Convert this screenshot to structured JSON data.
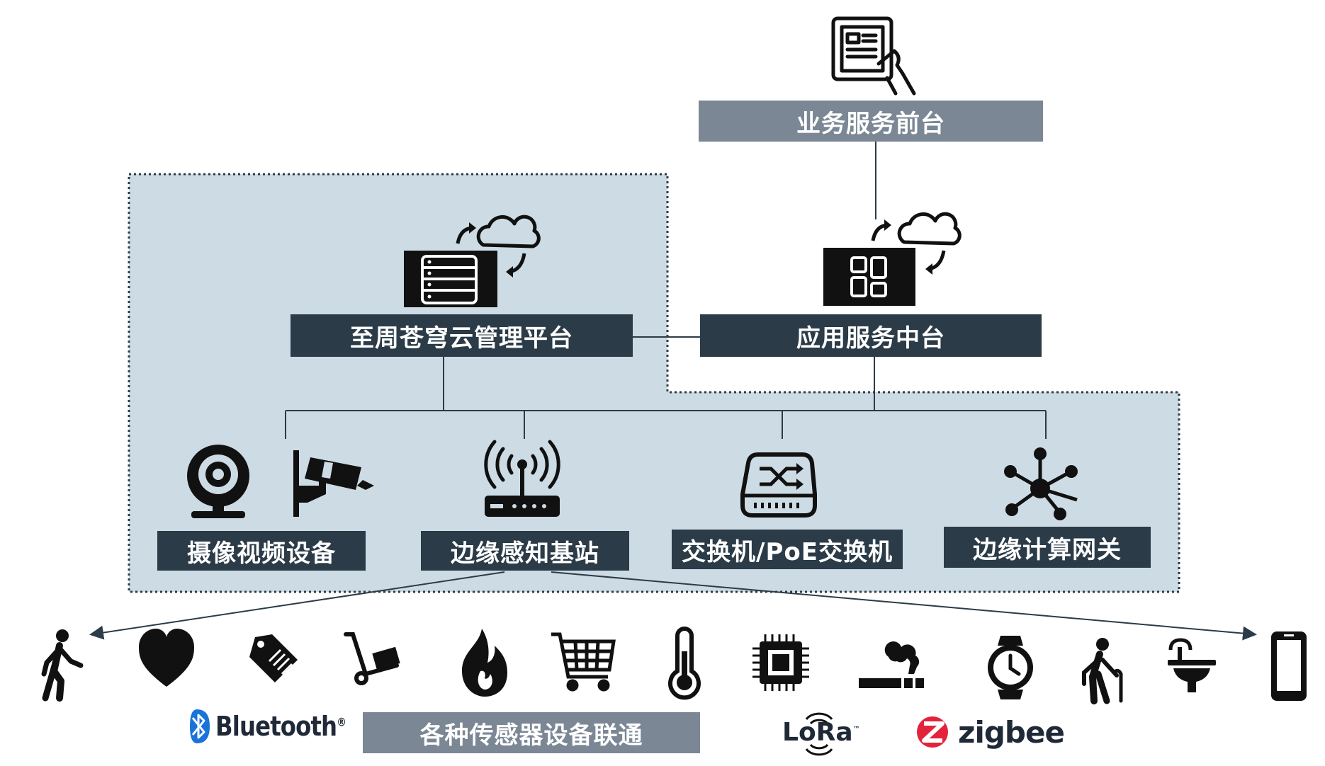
{
  "nodes": {
    "business_front": "业务服务前台",
    "cloud_platform": "至周苍穹云管理平台",
    "app_middle": "应用服务中台",
    "camera_devices": "摄像视频设备",
    "edge_station": "边缘感知基站",
    "switch": "交换机/PoE交换机",
    "edge_gateway": "边缘计算网关",
    "sensor_connect": "各种传感器设备联通"
  },
  "protocols": {
    "bluetooth": "Bluetooth",
    "bluetooth_mark": "®",
    "lora": "LoRa",
    "lora_mark": "™",
    "zigbee": "zigbee"
  },
  "sensor_icons": [
    "walking-person-icon",
    "heart-icon",
    "tag-icon",
    "hand-truck-icon",
    "fire-icon",
    "shopping-cart-icon",
    "thermometer-icon",
    "chip-icon",
    "smoking-icon",
    "watch-icon",
    "elderly-person-icon",
    "sink-icon",
    "smartphone-icon"
  ],
  "colors": {
    "dark_box": "#2b3b47",
    "gray_box": "#7b8794",
    "region_fill": "#cddbe4",
    "icon": "#111111"
  }
}
